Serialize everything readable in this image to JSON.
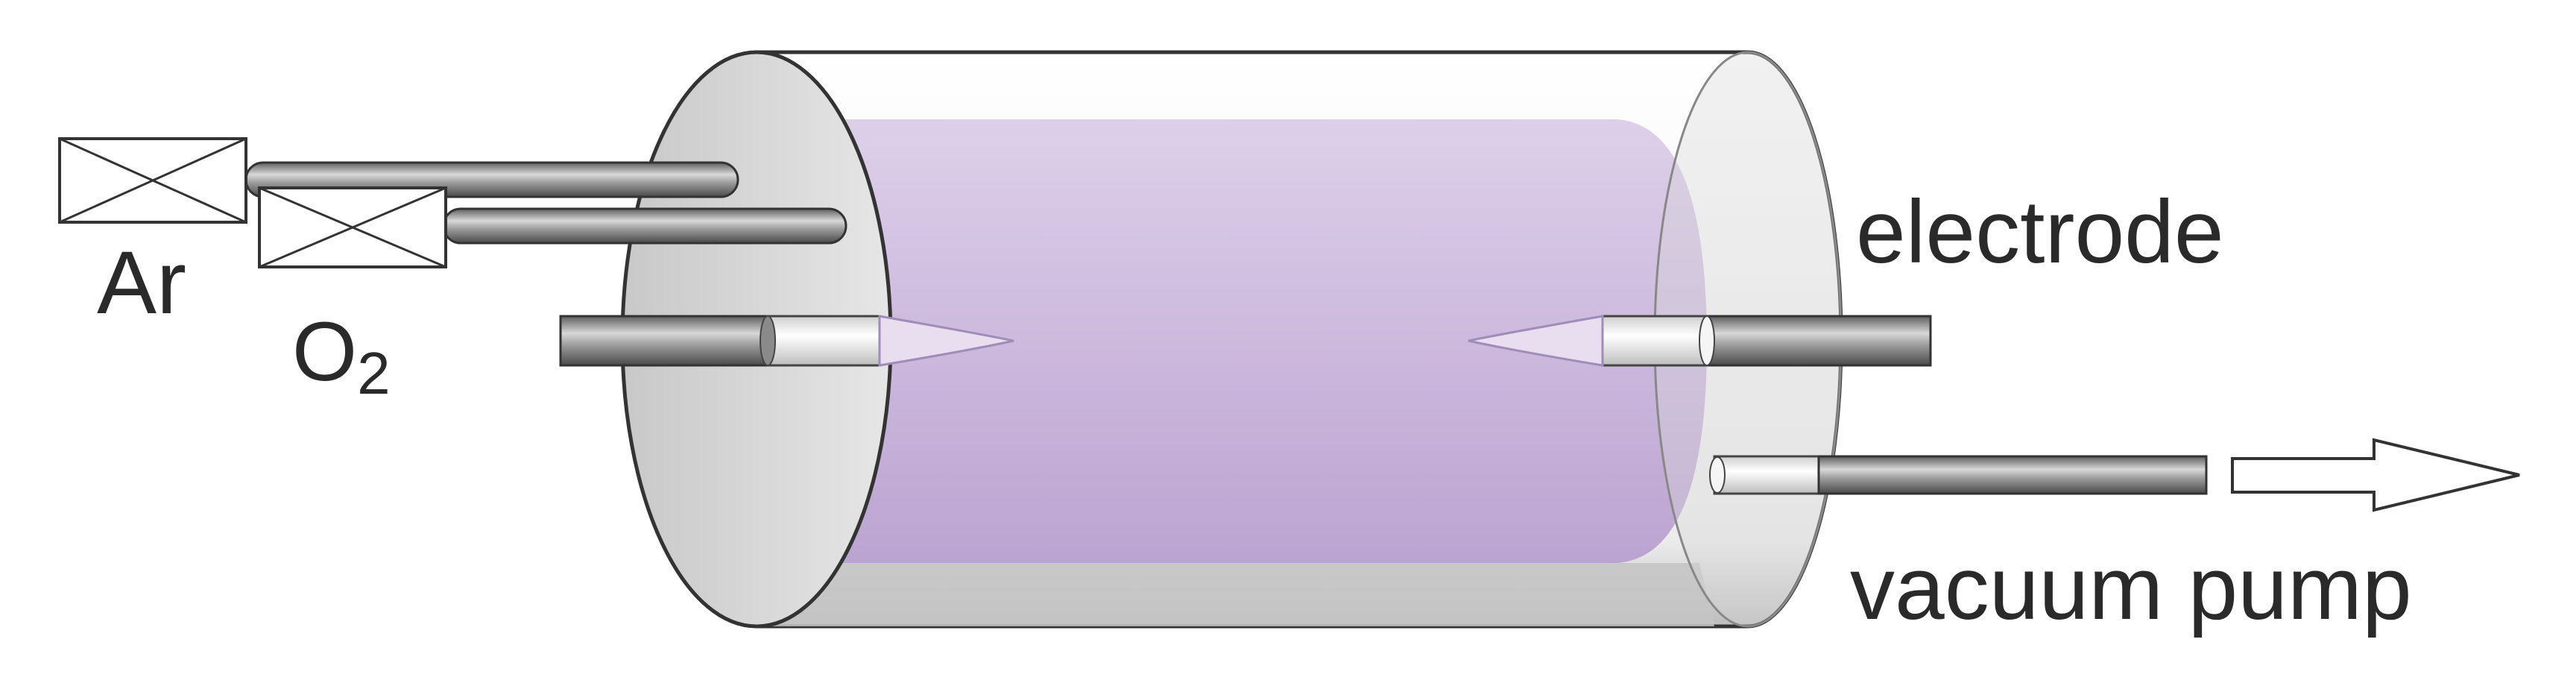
{
  "labels": {
    "gas1": "Ar",
    "gas2_main": "O",
    "gas2_sub": "2",
    "electrode": "electrode",
    "pump": "vacuum pump"
  },
  "components": [
    "Ar gas valve",
    "O2 gas valve",
    "cylindrical chamber",
    "plasma",
    "left electrode",
    "right electrode",
    "pump outlet tube",
    "flow arrow"
  ],
  "colors": {
    "plasma": "#c9b4da",
    "chamber_end": "#d9d9d9",
    "chamber_bottom": "#bdbdbd",
    "outline": "#333333",
    "tube_dark": "#7a7a7a",
    "tube_light": "#f0f0f0"
  }
}
